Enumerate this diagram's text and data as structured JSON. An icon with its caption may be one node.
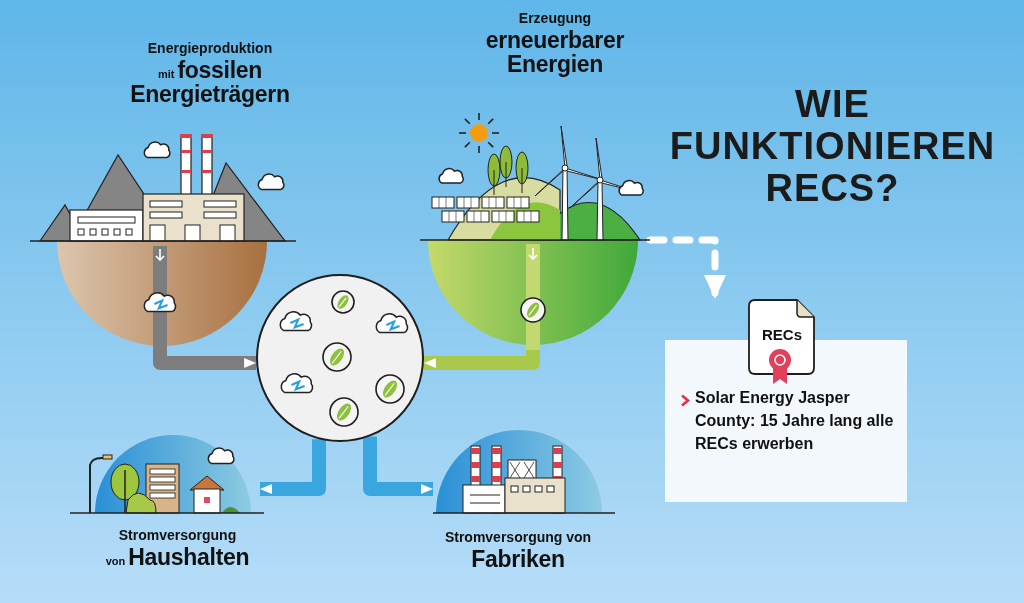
{
  "diagram": {
    "title": "WIE FUNKTIONIEREN RECS?",
    "nodes": [
      {
        "text": [
          "Energieproduktion",
          "mit",
          "fossilen Energieträgern"
        ]
      },
      {
        "text": [
          "Erzeugung",
          "erneuerbarer Energien"
        ]
      },
      {
        "text": [],
        "shape": "circle"
      },
      {
        "text": [
          "Stromversorgung",
          "von",
          "Haushalten"
        ]
      },
      {
        "text": [
          "Stromversorgung von",
          "Fabriken"
        ]
      },
      {
        "text": [
          "RECs",
          "Solar Energy Jasper County: 15 Jahre lang alle RECs erwerben"
        ]
      }
    ],
    "edges": [
      {
        "from": 0,
        "to": 2,
        "arrow": "to",
        "color": "#7d7d7d"
      },
      {
        "from": 1,
        "to": 2,
        "arrow": "to",
        "color": "#a9c94c"
      },
      {
        "from": 2,
        "to": 3,
        "arrow": "to"
      },
      {
        "from": 2,
        "to": 4,
        "arrow": "to"
      },
      {
        "from": 1,
        "to": 5,
        "arrow": "to",
        "style": "dashed",
        "color": "#ffffff"
      }
    ]
  }
}
